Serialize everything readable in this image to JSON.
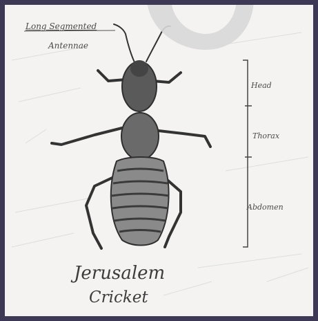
{
  "labels": {
    "antennae_line1": "Long Segmented",
    "antennae_line2": "Antennae",
    "head": "Head",
    "thorax": "Thorax",
    "abdomen": "Abdomen"
  },
  "title": {
    "line1": "Jerusalem",
    "line2": "Cricket"
  },
  "colors": {
    "frame": "#3d3856",
    "paper": "#f4f3f1",
    "pencil": "#3a3a3a"
  },
  "icons": {
    "watermark": "logo-watermark-icon"
  }
}
